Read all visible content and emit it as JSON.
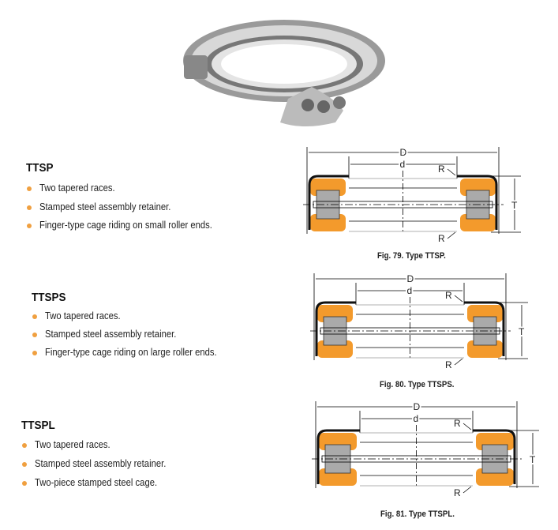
{
  "colors": {
    "race": "#f39a2c",
    "bullet": "#f0a040",
    "retainer": "#111111",
    "roller": "#9a9a9a"
  },
  "sections": [
    {
      "title": "TTSP",
      "bullets": [
        "Two tapered races.",
        "Stamped steel assembly retainer.",
        "Finger-type cage riding on small roller ends."
      ],
      "caption": "Fig. 79. Type TTSP.",
      "labels": {
        "D": "D",
        "d": "d",
        "R": "R",
        "T": "T"
      }
    },
    {
      "title": "TTSPS",
      "bullets": [
        "Two tapered races.",
        "Stamped steel assembly retainer.",
        "Finger-type cage riding on large roller ends."
      ],
      "caption": "Fig. 80. Type TTSPS.",
      "labels": {
        "D": "D",
        "d": "d",
        "R": "R",
        "T": "T"
      }
    },
    {
      "title": "TTSPL",
      "bullets": [
        "Two tapered races.",
        "Stamped steel assembly retainer.",
        "Two-piece stamped steel cage."
      ],
      "caption": "Fig. 81. Type TTSPL.",
      "labels": {
        "D": "D",
        "d": "d",
        "R": "R",
        "T": "T"
      }
    }
  ]
}
